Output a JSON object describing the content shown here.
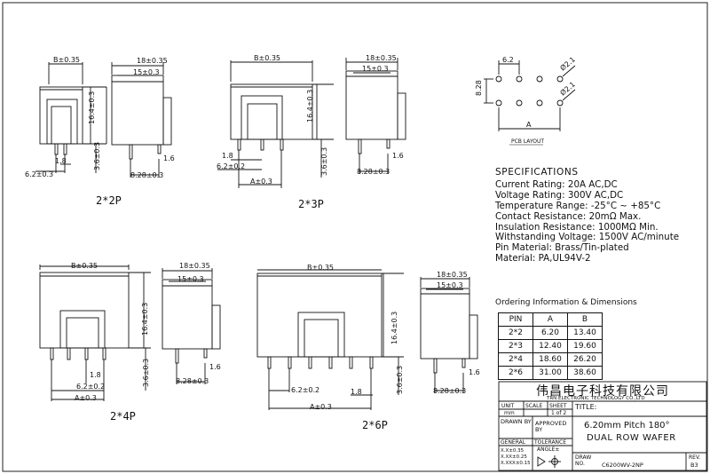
{
  "views": {
    "p2": {
      "label": "2*2P",
      "b_dim": "B±0.35",
      "a_dim": "6.2±0.3",
      "pitch": "1.8",
      "pin_h": "3.6±0.3",
      "height": "16.4±0.3",
      "side_w": "18±0.35",
      "side_in": "15±0.3",
      "side_pin": "1.6",
      "side_pin_pos": "8.28±0.3"
    },
    "p3": {
      "label": "2*3P",
      "b_dim": "B±0.35",
      "pitch": "1.8",
      "pitch2": "6.2±0.2",
      "a_dim": "A±0.3",
      "pin_h": "3.6±0.3",
      "height": "16.4±0.3",
      "side_w": "18±0.35",
      "side_in": "15±0.3",
      "side_pin": "1.6",
      "side_pin_pos": "8.28±0.3"
    },
    "p4": {
      "label": "2*4P",
      "b_dim": "B±0.35",
      "pitch": "1.8",
      "pitch2": "6.2±0.2",
      "a_dim": "A±0.3",
      "pin_h": "3.6±0.3",
      "height": "16.4±0.3",
      "side_w": "18±0.35",
      "side_in": "15±0.3",
      "side_pin": "1.6",
      "side_pin_pos": "8.28±0.3"
    },
    "p6": {
      "label": "2*6P",
      "b_dim": "B±0.35",
      "pitch": "1.8",
      "pitch2": "6.2±0.2",
      "a_dim": "A±0.3",
      "pin_h": "3.6±0.3",
      "height": "16.4±0.3",
      "side_w": "18±0.35",
      "side_in": "15±0.3",
      "side_pin": "1.6",
      "side_pin_pos": "8.28±0.3"
    }
  },
  "pcb": {
    "label": "PCB LAYOUT",
    "pitch": "6.2",
    "row": "8.28",
    "hole1": "Ø2.1",
    "hole2": "Ø2.1",
    "a": "A"
  },
  "specs": {
    "heading": "SPECIFICATIONS",
    "lines": [
      "Current Rating: 20A AC,DC",
      "Voltage Rating: 300V AC,DC",
      "Temperature Range: -25°C ~ +85°C",
      "Contact Resistance: 20mΩ Max.",
      "Insulation Resistance: 1000MΩ Min.",
      "Withstanding Voltage: 1500V AC/minute",
      "Pin Material: Brass/Tin-plated",
      "Material: PA,UL94V-2"
    ]
  },
  "order": {
    "title": "Ordering Information & Dimensions",
    "headers": [
      "PIN",
      "A",
      "B"
    ],
    "rows": [
      [
        "2*2",
        "6.20",
        "13.40"
      ],
      [
        "2*3",
        "12.40",
        "19.60"
      ],
      [
        "2*4",
        "18.60",
        "26.20"
      ],
      [
        "2*6",
        "31.00",
        "38.60"
      ]
    ]
  },
  "titleblock": {
    "company_cn": "伟昌电子科技有限公司",
    "company_en": "TRN ELECTRONIC TECHNOLOGY CO.,LTD",
    "unit": "UNIT",
    "scale": "SCALE",
    "sheet": "SHEET",
    "title": "TITLE:",
    "unit_val": "mm",
    "sheet_val": "1 of 2",
    "drawn_by": "DRAWN BY",
    "approved_by": "APPROVED BY",
    "title_line1": "6.20mm Pitch 180°",
    "title_line2": "DUAL ROW WAFER",
    "general": "GENERAL",
    "tolerance": "TOLERANCE",
    "tol1": "X.X±0.35",
    "tol2": "X.XX±0.25",
    "tol3": "X.XXX±0.15",
    "angle": "ANGLE±",
    "draw_no_label": "DRAW NO.",
    "draw_no": "C6200WV-2NP",
    "rev_label": "REV.",
    "rev": "B3"
  }
}
